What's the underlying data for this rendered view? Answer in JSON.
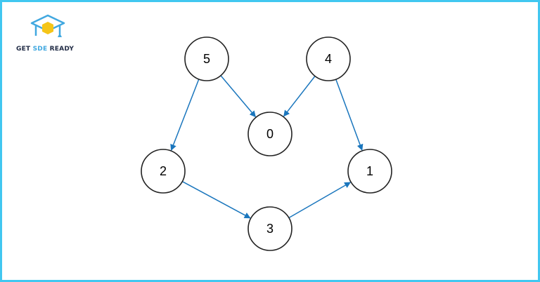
{
  "brand": {
    "word1": "GET",
    "word2": "SDE",
    "word3": "READY"
  },
  "colors": {
    "frame": "#41c7f0",
    "edge": "#1a76bd",
    "node_stroke": "#222222",
    "node_fill": "#ffffff",
    "logo_dark": "#1f2a44",
    "logo_accent": "#41a8e0",
    "logo_yellow": "#f5c518"
  },
  "graph": {
    "nodes": [
      {
        "id": "5",
        "label": "5"
      },
      {
        "id": "4",
        "label": "4"
      },
      {
        "id": "0",
        "label": "0"
      },
      {
        "id": "2",
        "label": "2"
      },
      {
        "id": "1",
        "label": "1"
      },
      {
        "id": "3",
        "label": "3"
      }
    ],
    "edges": [
      {
        "from": "5",
        "to": "0"
      },
      {
        "from": "5",
        "to": "2"
      },
      {
        "from": "4",
        "to": "0"
      },
      {
        "from": "4",
        "to": "1"
      },
      {
        "from": "2",
        "to": "3"
      },
      {
        "from": "3",
        "to": "1"
      }
    ]
  }
}
